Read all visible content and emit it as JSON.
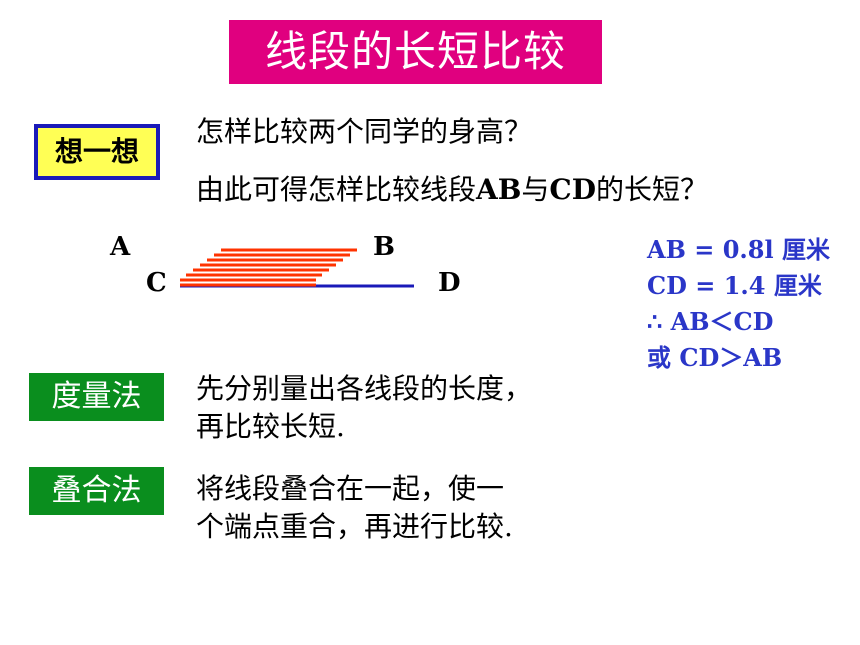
{
  "title": "线段的长短比较",
  "think": {
    "label": "想一想",
    "question1": "怎样比较两个同学的身高？",
    "question2_pre": "由此可得怎样比较线段",
    "question2_ab": "AB",
    "question2_mid": "与",
    "question2_cd": "CD",
    "question2_post": "的长短？"
  },
  "points": {
    "a": "A",
    "b": "B",
    "c": "C",
    "d": "D"
  },
  "answer": {
    "line1": "AB = 0.8l 厘米",
    "line2": "CD = 1.4  厘米",
    "line3": "∴ AB＜CD",
    "line4": "或 CD＞AB"
  },
  "method1": {
    "label": "度量法",
    "line1": "先分别量出各线段的长度，",
    "line2": "再比较长短."
  },
  "method2": {
    "label": "叠合法",
    "line1": "将线段叠合在一起，使一",
    "line2": "个端点重合，再进行比较."
  },
  "colors": {
    "title_bg": "#e0007f",
    "think_bg": "#ffff55",
    "think_border": "#1a1ab8",
    "tag_bg": "#0a8e1e",
    "answer": "#2a36c8",
    "segment_ab": "#ff3300",
    "segment_cd": "#1a1ab8"
  }
}
